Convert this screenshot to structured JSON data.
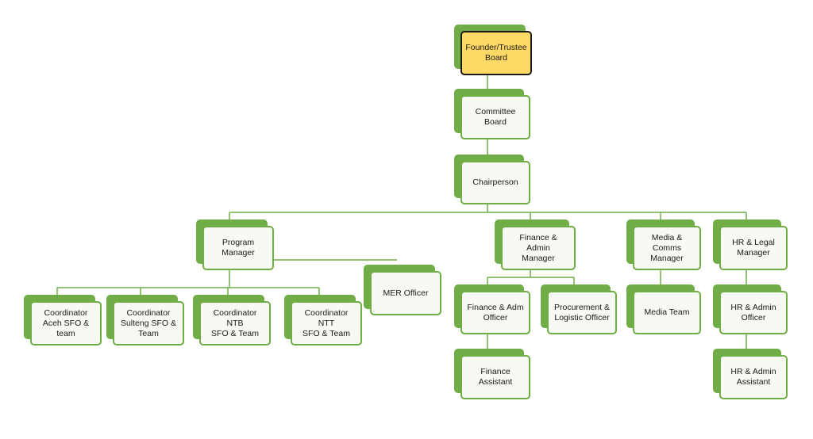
{
  "nodes": {
    "founder": "Founder/Trustee\nBoard",
    "committee": "Committee\nBoard",
    "chairperson": "Chairperson",
    "program_manager": "Program\nManager",
    "finance_admin_manager": "Finance & Admin\nManager",
    "media_comms_manager": "Media & Comms\nManager",
    "hr_legal_manager": "HR & Legal\nManager",
    "mer_officer": "MER Officer",
    "coordinator_aceh": "Coordinator\nAceh SFO &\nteam",
    "coordinator_sulteng": "Coordinator\nSulteng SFO &\nTeam",
    "coordinator_ntb": "Coordinator NTB\nSFO & Team",
    "coordinator_ntt": "Coordinator NTT\nSFO & Team",
    "finance_adm_officer": "Finance & Adm\nOfficer",
    "procurement_officer": "Procurement &\nLogistic Officer",
    "finance_assistant": "Finance Assistant",
    "media_team": "Media Team",
    "hr_admin_officer": "HR & Admin\nOfficer",
    "hr_admin_assistant": "HR & Admin\nAssistant"
  },
  "colors": {
    "accent": "#70AD47",
    "box_fill": "#F6FAF2",
    "root_fill": "#FFD966",
    "connector": "#70AD47"
  }
}
